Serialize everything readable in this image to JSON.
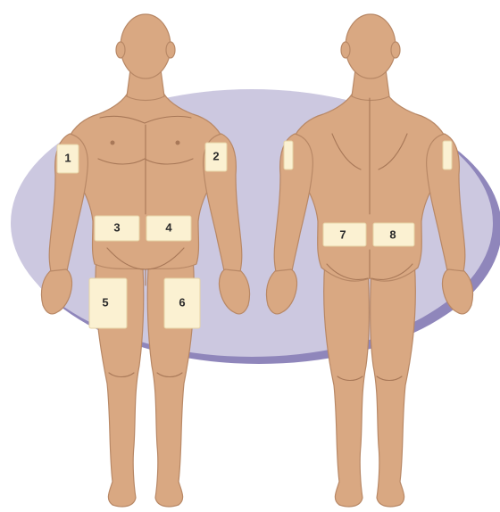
{
  "figure": {
    "colors": {
      "background_ellipse": "#ccc8e0",
      "ellipse_shadow": "#8f86bb",
      "skin": "#d9a882",
      "patch": "#fbf1d2",
      "label_text": "#2b2b2b"
    },
    "front_view": {
      "sites": [
        {
          "id": "site-1",
          "label": "1"
        },
        {
          "id": "site-2",
          "label": "2"
        },
        {
          "id": "site-3",
          "label": "3"
        },
        {
          "id": "site-4",
          "label": "4"
        },
        {
          "id": "site-5",
          "label": "5"
        },
        {
          "id": "site-6",
          "label": "6"
        }
      ]
    },
    "back_view": {
      "sites": [
        {
          "id": "site-7",
          "label": "7"
        },
        {
          "id": "site-8",
          "label": "8"
        }
      ]
    }
  }
}
